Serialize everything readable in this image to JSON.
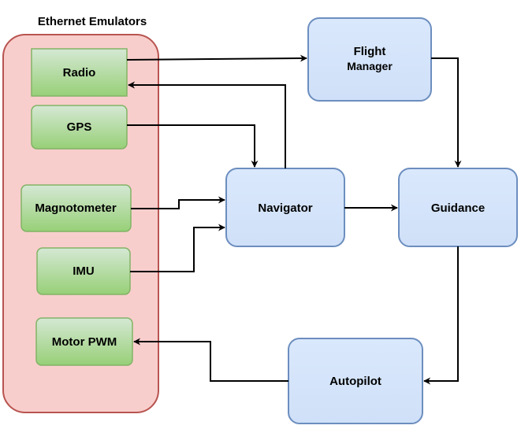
{
  "group": {
    "title": "Ethernet Emulators"
  },
  "nodes": {
    "radio": {
      "label": "Radio"
    },
    "gps": {
      "label": "GPS"
    },
    "magnotometer": {
      "label": "Magnotometer"
    },
    "imu": {
      "label": "IMU"
    },
    "motor_pwm": {
      "label": "Motor PWM"
    },
    "flight_manager": {
      "line1": "Flight",
      "line2": "Manager"
    },
    "navigator": {
      "label": "Navigator"
    },
    "guidance": {
      "label": "Guidance"
    },
    "autopilot": {
      "label": "Autopilot"
    }
  },
  "colors": {
    "group_fill": "#f8cecc",
    "group_stroke": "#b85450",
    "green_fill": "#b9e0a5",
    "green_stroke": "#82b366",
    "blue_fill": "#dae8fc",
    "blue_stroke": "#6c8ebf",
    "edge": "#000000"
  }
}
